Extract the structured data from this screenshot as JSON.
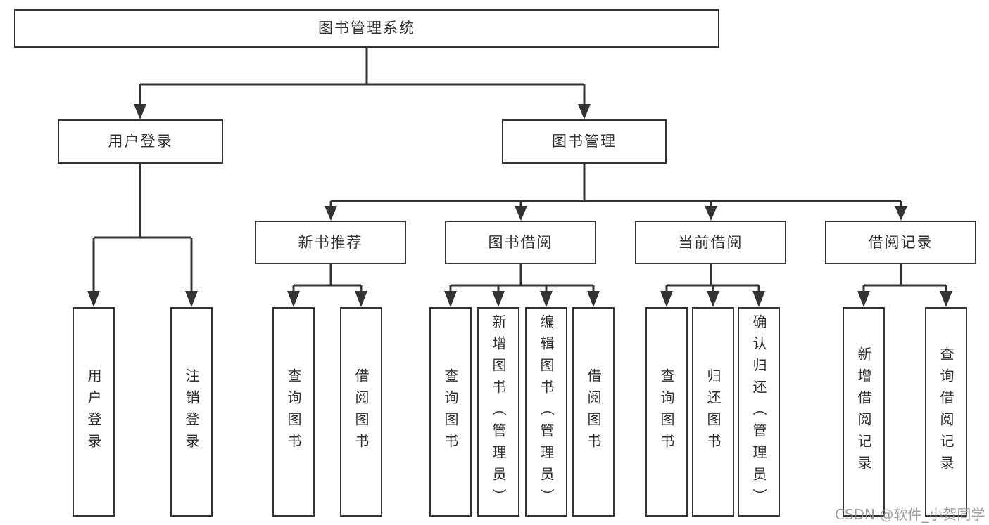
{
  "tree": {
    "root": {
      "label": "图书管理系统"
    },
    "level2": [
      {
        "label": "用户登录",
        "children": [
          {
            "label": "用户登录"
          },
          {
            "label": "注销登录"
          }
        ]
      },
      {
        "label": "图书管理",
        "children": [
          {
            "label": "新书推荐",
            "children": [
              {
                "label": "查询图书"
              },
              {
                "label": "借阅图书"
              }
            ]
          },
          {
            "label": "图书借阅",
            "children": [
              {
                "label": "查询图书"
              },
              {
                "label": "新增图书（管理员）"
              },
              {
                "label": "编辑图书（管理员）"
              },
              {
                "label": "借阅图书"
              }
            ]
          },
          {
            "label": "当前借阅",
            "children": [
              {
                "label": "查询图书"
              },
              {
                "label": "归还图书"
              },
              {
                "label": "确认归还（管理员）"
              }
            ]
          },
          {
            "label": "借阅记录",
            "children": [
              {
                "label": "新增借阅记录"
              },
              {
                "label": "查询借阅记录"
              }
            ]
          }
        ]
      }
    ]
  },
  "watermark": {
    "text": "CSDN @软件_小贺同学"
  },
  "colors": {
    "line": "#333333",
    "box_border": "#333333",
    "box_bg": "#ffffff",
    "text": "#2f2f2f",
    "watermark": "#8c8c8c",
    "background": "#ffffff"
  }
}
